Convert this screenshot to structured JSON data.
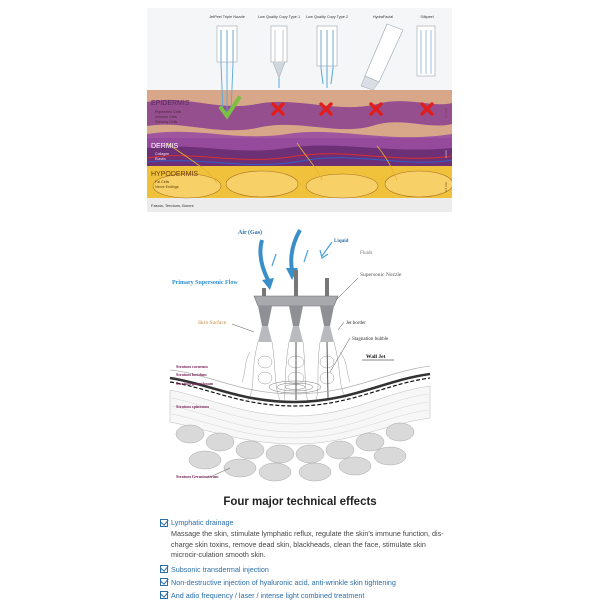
{
  "top": {
    "devices": [
      "JetPeel Triple Nozzle",
      "Low Quality Copy Type 1",
      "Low Quality Copy Type 2",
      "HydraFacial",
      "Silkpeel"
    ],
    "layers": {
      "epidermis": {
        "name": "EPIDERMIS",
        "items": [
          "Pigmented Cells",
          "Immune Cells",
          "Sensory Cells"
        ]
      },
      "dermis": {
        "name": "DERMIS",
        "items": [
          "Collagen",
          "Elastin"
        ]
      },
      "hypodermis": {
        "name": "HYPODERMIS",
        "items": [
          "Fat Cells",
          "Nerve Endings"
        ]
      }
    },
    "bottom_label": "Fascia, Tendons, Bones",
    "side_labels": [
      "0.1 mm",
      "2 mm",
      "3-4 mm"
    ],
    "colors": {
      "epidermis": "#d8a78a",
      "dermis": "#6d2f76",
      "hypodermis": "#f0c23b",
      "check": "#7bc043",
      "cross": "#e01e1e"
    }
  },
  "jet": {
    "air": "Air (Gas)",
    "liquid": "Liquid",
    "fluids": "Fluids",
    "nozzle": "Supersonic Nozzle",
    "primary_flow": "Primary Supersonic Flow",
    "skin_surface": "Skin Surface",
    "jet_border": "Jet border",
    "stagnation": "Stagnation bubble",
    "wall_jet": "Wall Jet",
    "strata": [
      "Stratum corneum",
      "Stratum lucidum",
      "Stratum granulosum",
      "Stratum spinosum",
      "Stratum Germinativum"
    ]
  },
  "effects": {
    "title": "Four major technical effects",
    "items": [
      {
        "title": "Lymphatic drainage",
        "desc": "Massage the skin, stimulate lymphatic reflux, regulate the skin's immune function, dis-charge skin toxins, remove dead skin, blackheads, clean the face, stimulate skin microcir-culation smooth skin."
      },
      {
        "title": "Subsonic transdermal injection",
        "desc": ""
      },
      {
        "title": "Non-destructive injection of hyaluronic acid, anti-wrinkle skin tightening",
        "desc": ""
      },
      {
        "title": "And adio frequency / laser / intense light combined treatment",
        "desc": ""
      }
    ]
  }
}
